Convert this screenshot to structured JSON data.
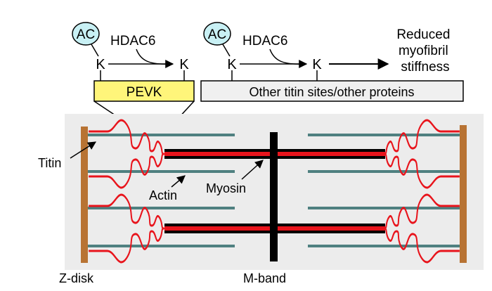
{
  "labels": {
    "ac": "AC",
    "hdac6": "HDAC6",
    "k": "K",
    "reduced_line1": "Reduced",
    "reduced_line2": "myofibril",
    "reduced_line3": "stiffness",
    "pevk": "PEVK",
    "other_sites": "Other titin sites/other proteins",
    "titin": "Titin",
    "actin": "Actin",
    "myosin": "Myosin",
    "z_disk": "Z-disk",
    "m_band": "M-band"
  },
  "colors": {
    "ac_circle": "#c8f0f4",
    "pevk_box": "#fff57a",
    "other_box": "#f0f0f0",
    "sarcomere_bg": "#ececec",
    "z_disk": "#b87333",
    "titin": "#e8141c",
    "actin": "#4f8080",
    "myosin_fill": "#e8141c",
    "m_band": "#000000"
  }
}
